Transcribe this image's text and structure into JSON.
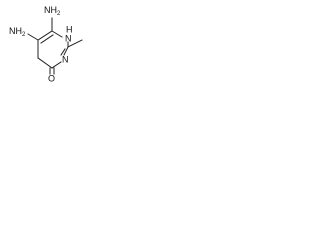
{
  "molecule": {
    "atoms": {
      "nh2_top": "NH",
      "nh2_top_sub": "2",
      "nh2_left": "NH",
      "nh2_left_sub": "2",
      "ring_nh": "H",
      "ring_nh_n": "N",
      "ring_n": "N",
      "oxygen": "O"
    },
    "colors": {
      "ink": "#111111",
      "background": "#ffffff"
    }
  }
}
